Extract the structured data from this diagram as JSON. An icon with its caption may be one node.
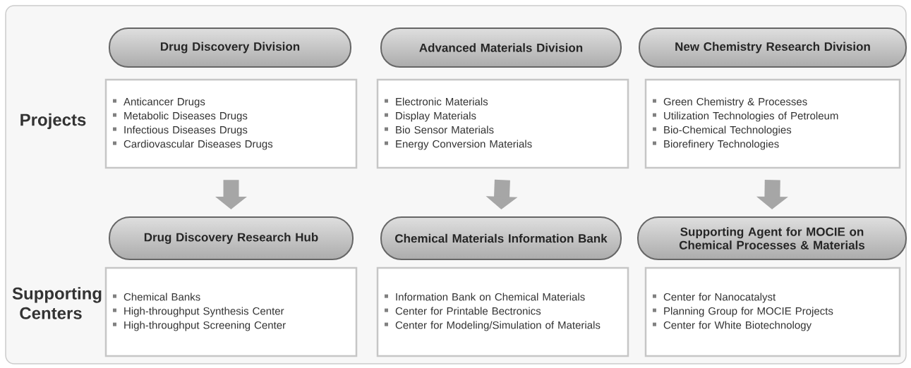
{
  "diagram": {
    "nodes": [
      {
        "text": [
          "Drug Discovery Division"
        ]
      },
      {
        "text": [
          "Advanced Materials Division"
        ]
      },
      {
        "text": [
          "New Chemistry Research Division"
        ]
      },
      {
        "text": [
          "Anticancer Drugs",
          "Metabolic Diseases Drugs",
          "Infectious Diseases Drugs",
          "Cardiovascular Diseases Drugs"
        ]
      },
      {
        "text": [
          "Electronic Materials",
          "Display Materials",
          "Bio Sensor Materials",
          "Energy Conversion Materials"
        ]
      },
      {
        "text": [
          "Green Chemistry & Processes",
          "Utilization Technologies of Petroleum",
          "Bio-Chemical Technologies",
          "Biorefinery Technologies"
        ]
      },
      {
        "text": [
          "Drug Discovery Research Hub"
        ]
      },
      {
        "text": [
          "Chemical Materials Information Bank"
        ]
      },
      {
        "text": [
          "Supporting Agent for MOCIE on Chemical Processes & Materials"
        ]
      },
      {
        "text": [
          "Chemical Banks",
          "High-throughput Synthesis Center",
          "High-throughput Screening Center"
        ]
      },
      {
        "text": [
          "Information Bank on Chemical Materials",
          "Center for Printable Bectronics",
          "Center for Modeling/Simulation of Materials"
        ]
      },
      {
        "text": [
          "Center for Nanocatalyst",
          "Planning Group for MOCIE Projects",
          "Center for White Biotechnology"
        ]
      }
    ],
    "edges": [
      {
        "from": 3,
        "to": 6,
        "arrow": "to"
      },
      {
        "from": 4,
        "to": 7,
        "arrow": "to"
      },
      {
        "from": 5,
        "to": 8,
        "arrow": "to"
      }
    ],
    "labels": [
      "Projects",
      "Supporting Centers"
    ]
  }
}
